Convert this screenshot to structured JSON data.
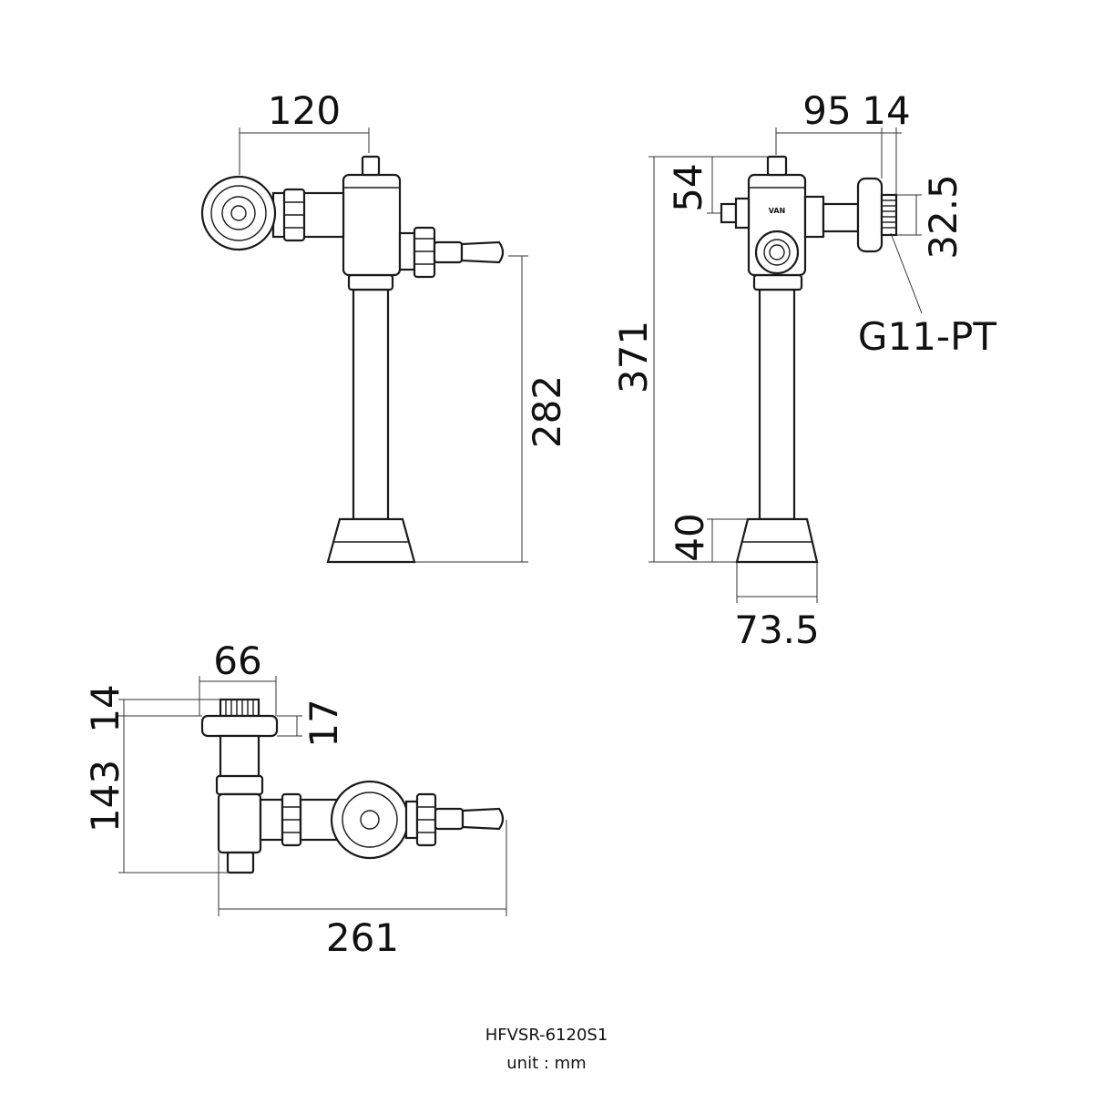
{
  "diagram": {
    "model": "HFVSR-6120S1",
    "unit_label": "unit : mm",
    "side_view": {
      "width_dim": "120",
      "height_dim": "282"
    },
    "front_view": {
      "dim_95": "95",
      "dim_14": "14",
      "dim_54": "54",
      "dim_32_5": "32.5",
      "dim_371": "371",
      "dim_40": "40",
      "dim_73_5": "73.5",
      "thread_label": "G11-PT"
    },
    "top_view": {
      "dim_66": "66",
      "dim_14": "14",
      "dim_17": "17",
      "dim_143": "143",
      "dim_261": "261"
    },
    "brand_mark": "VAN"
  }
}
